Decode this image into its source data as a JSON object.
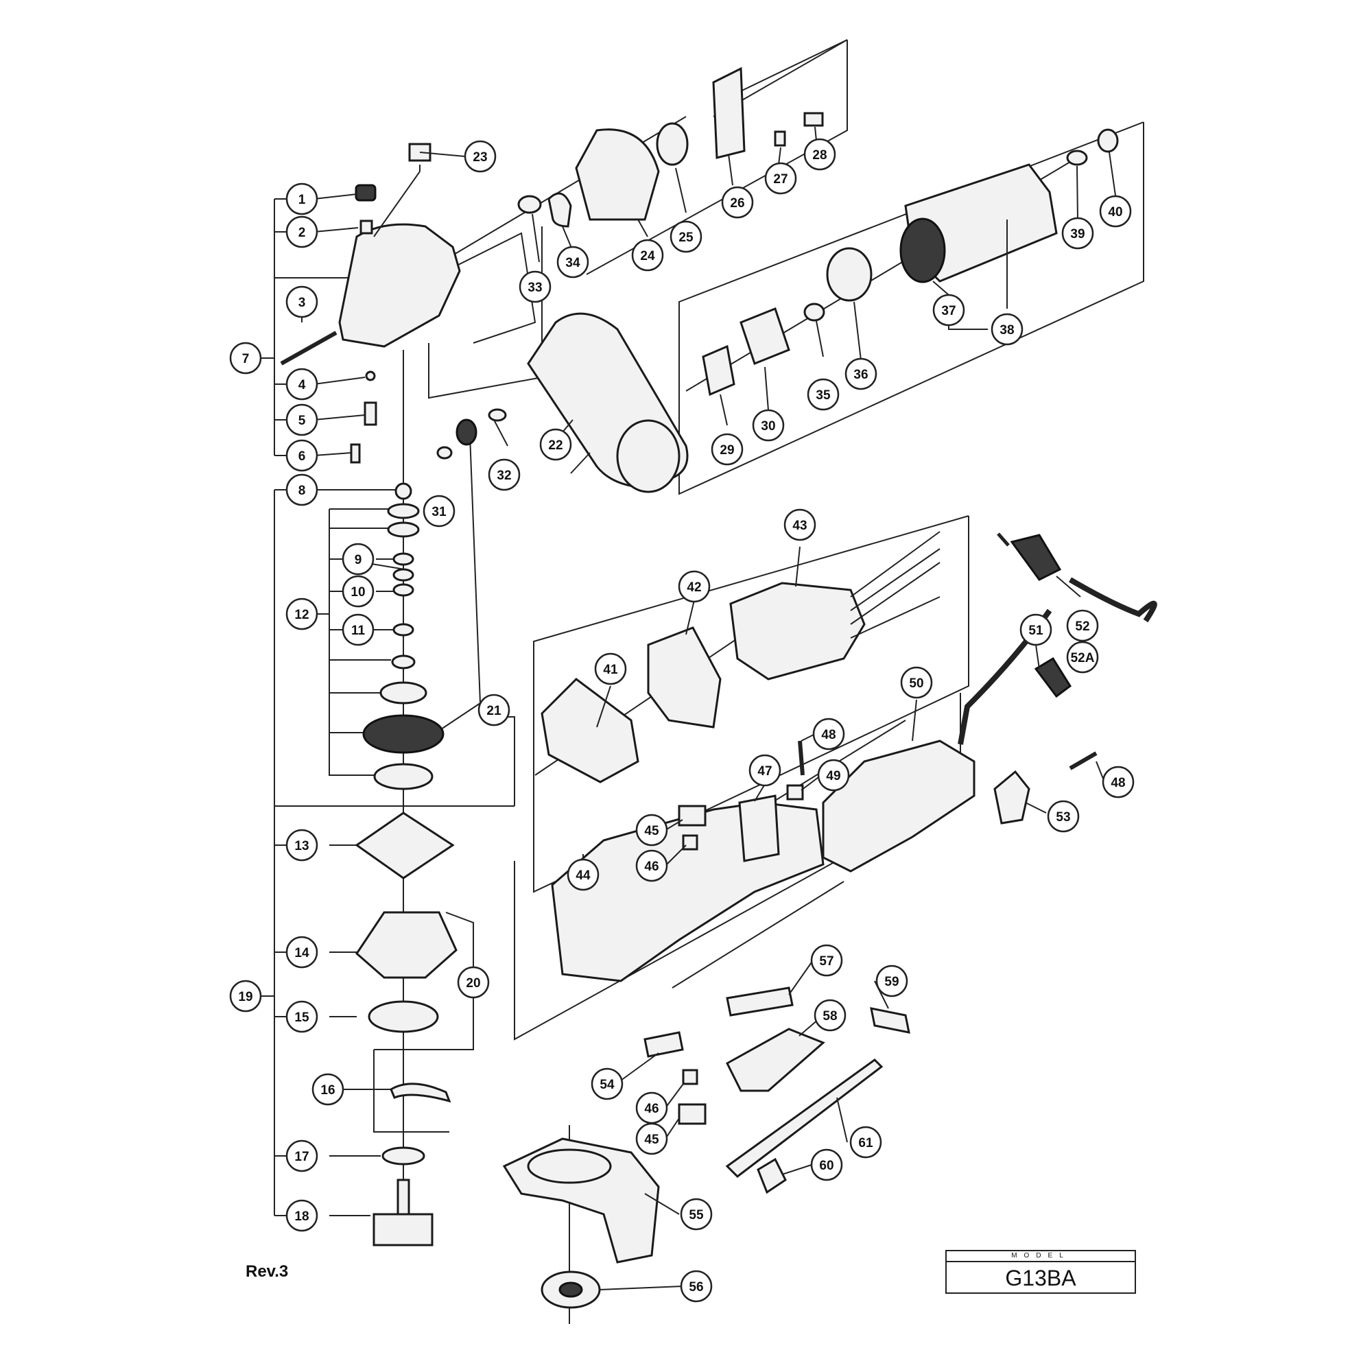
{
  "revision": "Rev.3",
  "model": {
    "caption": "MODEL",
    "value": "G13BA"
  },
  "callouts": [
    {
      "id": "c1",
      "label": "1"
    },
    {
      "id": "c2",
      "label": "2"
    },
    {
      "id": "c3",
      "label": "3"
    },
    {
      "id": "c4",
      "label": "4"
    },
    {
      "id": "c5",
      "label": "5"
    },
    {
      "id": "c6",
      "label": "6"
    },
    {
      "id": "c7",
      "label": "7"
    },
    {
      "id": "c8",
      "label": "8"
    },
    {
      "id": "c9",
      "label": "9"
    },
    {
      "id": "c10",
      "label": "10"
    },
    {
      "id": "c11",
      "label": "11"
    },
    {
      "id": "c12",
      "label": "12"
    },
    {
      "id": "c13",
      "label": "13"
    },
    {
      "id": "c14",
      "label": "14"
    },
    {
      "id": "c15",
      "label": "15"
    },
    {
      "id": "c16",
      "label": "16"
    },
    {
      "id": "c17",
      "label": "17"
    },
    {
      "id": "c18",
      "label": "18"
    },
    {
      "id": "c19",
      "label": "19"
    },
    {
      "id": "c20",
      "label": "20"
    },
    {
      "id": "c21",
      "label": "21"
    },
    {
      "id": "c22",
      "label": "22"
    },
    {
      "id": "c23",
      "label": "23"
    },
    {
      "id": "c24",
      "label": "24"
    },
    {
      "id": "c25",
      "label": "25"
    },
    {
      "id": "c26",
      "label": "26"
    },
    {
      "id": "c27",
      "label": "27"
    },
    {
      "id": "c28",
      "label": "28"
    },
    {
      "id": "c29",
      "label": "29"
    },
    {
      "id": "c30",
      "label": "30"
    },
    {
      "id": "c31",
      "label": "31"
    },
    {
      "id": "c32",
      "label": "32"
    },
    {
      "id": "c33",
      "label": "33"
    },
    {
      "id": "c34",
      "label": "34"
    },
    {
      "id": "c35",
      "label": "35"
    },
    {
      "id": "c36",
      "label": "36"
    },
    {
      "id": "c37",
      "label": "37"
    },
    {
      "id": "c38",
      "label": "38"
    },
    {
      "id": "c39",
      "label": "39"
    },
    {
      "id": "c40",
      "label": "40"
    },
    {
      "id": "c41",
      "label": "41"
    },
    {
      "id": "c42",
      "label": "42"
    },
    {
      "id": "c43",
      "label": "43"
    },
    {
      "id": "c44",
      "label": "44"
    },
    {
      "id": "c45a",
      "label": "45"
    },
    {
      "id": "c45b",
      "label": "45"
    },
    {
      "id": "c46a",
      "label": "46"
    },
    {
      "id": "c46b",
      "label": "46"
    },
    {
      "id": "c47",
      "label": "47"
    },
    {
      "id": "c48a",
      "label": "48"
    },
    {
      "id": "c48b",
      "label": "48"
    },
    {
      "id": "c49",
      "label": "49"
    },
    {
      "id": "c50",
      "label": "50"
    },
    {
      "id": "c51",
      "label": "51"
    },
    {
      "id": "c52",
      "label": "52"
    },
    {
      "id": "c52A",
      "label": "52A"
    },
    {
      "id": "c53",
      "label": "53"
    },
    {
      "id": "c54",
      "label": "54"
    },
    {
      "id": "c55",
      "label": "55"
    },
    {
      "id": "c56",
      "label": "56"
    },
    {
      "id": "c57",
      "label": "57"
    },
    {
      "id": "c58",
      "label": "58"
    },
    {
      "id": "c59",
      "label": "59"
    },
    {
      "id": "c60",
      "label": "60"
    },
    {
      "id": "c61",
      "label": "61"
    }
  ]
}
